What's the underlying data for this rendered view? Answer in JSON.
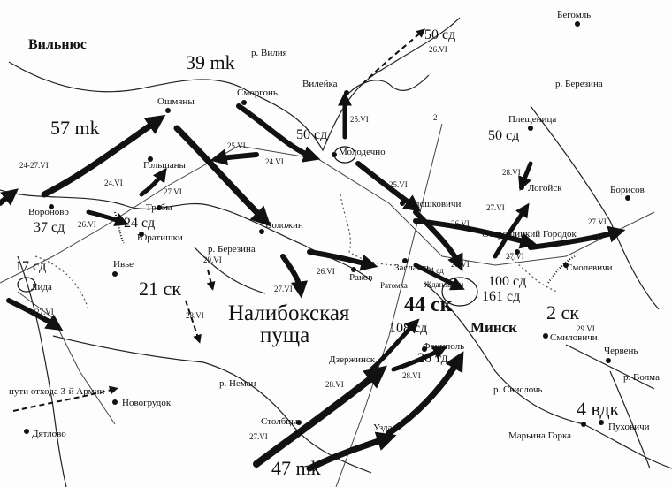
{
  "cities": {
    "vilnius": "Вильнюс",
    "oshmyany": "Ошмяны",
    "smorgon": "Сморгонь",
    "vileyka": "Вилейка",
    "molodechno": "Молодечно",
    "radoshkovichi": "Радошковичи",
    "logoysk": "Логойск",
    "pleshchenitsa": "Плещеница",
    "begoml": "Бегомль",
    "borisov": "Борисов",
    "ostroshitsky": "Острошицкий Городок",
    "smolevichi": "Смолевичи",
    "smilovichi": "Смиловичи",
    "cherven": "Червень",
    "golshany": "Гольшаны",
    "voronovo": "Вороново",
    "traby": "Трабы",
    "yuratishki": "Юратишки",
    "volozhin": "Воложин",
    "ivye": "Ивье",
    "lida": "Лида",
    "rakov": "Раков",
    "zaslavl": "Заславль",
    "ratomka": "Ратомка",
    "zhdanovichi": "Ждановичи",
    "minsk": "Минск",
    "dzerzhinsk": "Дзержинск",
    "fanipol": "Фаниполь",
    "stolbtsy": "Столбцы",
    "uzda": "Узда",
    "novogrudok": "Новогрудок",
    "dyatlovo": "Дятлово",
    "maryina_gorka": "Марьина Горка",
    "pukhovichi": "Пуховичи"
  },
  "rivers": {
    "viliya": "р. Вилия",
    "berezina_n": "р. Березина",
    "berezina_w": "р. Березина",
    "neman": "р. Неман",
    "svisloch": "р. Свислочь",
    "volma": "р. Волма"
  },
  "units": {
    "mk39": "39 mk",
    "mk57": "57 mk",
    "mk47": "47 mk",
    "sd50_north": "50 сд",
    "sd50_mol": "50 сд",
    "sd50_east": "50 сд",
    "sd37": "37 сд",
    "sd24": "24 сд",
    "sd17": "17 сд",
    "sk21": "21 ск",
    "sk44": "44 ск",
    "sk2": "2 ск",
    "sd100": "100 сд",
    "sd161": "161 сд",
    "sd108": "108 сд",
    "sd64": "64 сд",
    "td26": "26 тд",
    "vdk4": "4 вдк"
  },
  "dates": {
    "d1": "26.VI",
    "d2": "25.VI",
    "d3": "24.VI",
    "d4": "25.VI",
    "d5": "24-27.VI",
    "d6": "24.VI",
    "d7": "27.VI",
    "d8": "26.VI",
    "d9": "25.VI",
    "d10": "26.VI",
    "d11": "28.VI",
    "d12": "27.VI",
    "d13": "27.VI",
    "d14": "27.VI",
    "d15": "29.VI",
    "d16": "26.VI",
    "d17": "28.VI",
    "d18": "27.VI",
    "d19": "28.VI",
    "d20": "27.VI",
    "d21": "29.VI",
    "d22": "28.VI",
    "d23": "28.VI",
    "d24": "27.VI"
  },
  "regions": {
    "forest_line1": "Налибокская",
    "forest_line2": "пуща"
  },
  "legend": {
    "retreat": "пути отхода 3-й Армии"
  },
  "misc": {
    "line_marker": "2"
  }
}
